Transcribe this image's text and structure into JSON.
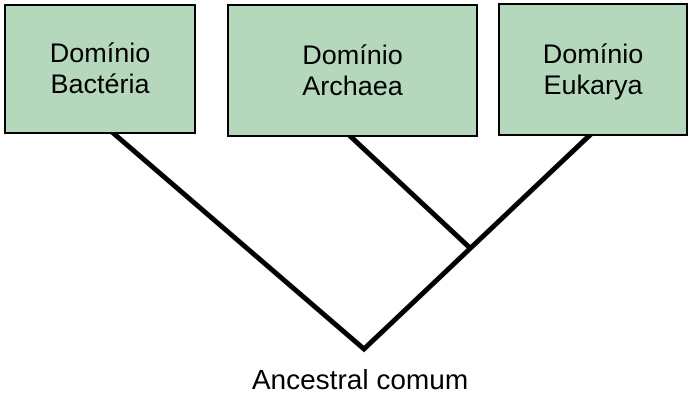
{
  "diagram": {
    "type": "cladogram",
    "boxes": [
      {
        "id": "bacteria",
        "label": "Domínio\nBactéria"
      },
      {
        "id": "archaea",
        "label": "Domínio\nArchaea"
      },
      {
        "id": "eukarya",
        "label": "Domínio\nEukarya"
      }
    ],
    "root_label": "Ancestral comum",
    "branches": [
      {
        "from": "bacteria",
        "to": "root"
      },
      {
        "from": "eukarya",
        "to": "root"
      },
      {
        "from": "archaea",
        "to": "eukarya-branch-junction"
      }
    ],
    "colors": {
      "background": "#ffffff",
      "box_fill": "#b5d8bd",
      "box_border": "#000000",
      "line": "#000000",
      "text": "#000000"
    }
  }
}
